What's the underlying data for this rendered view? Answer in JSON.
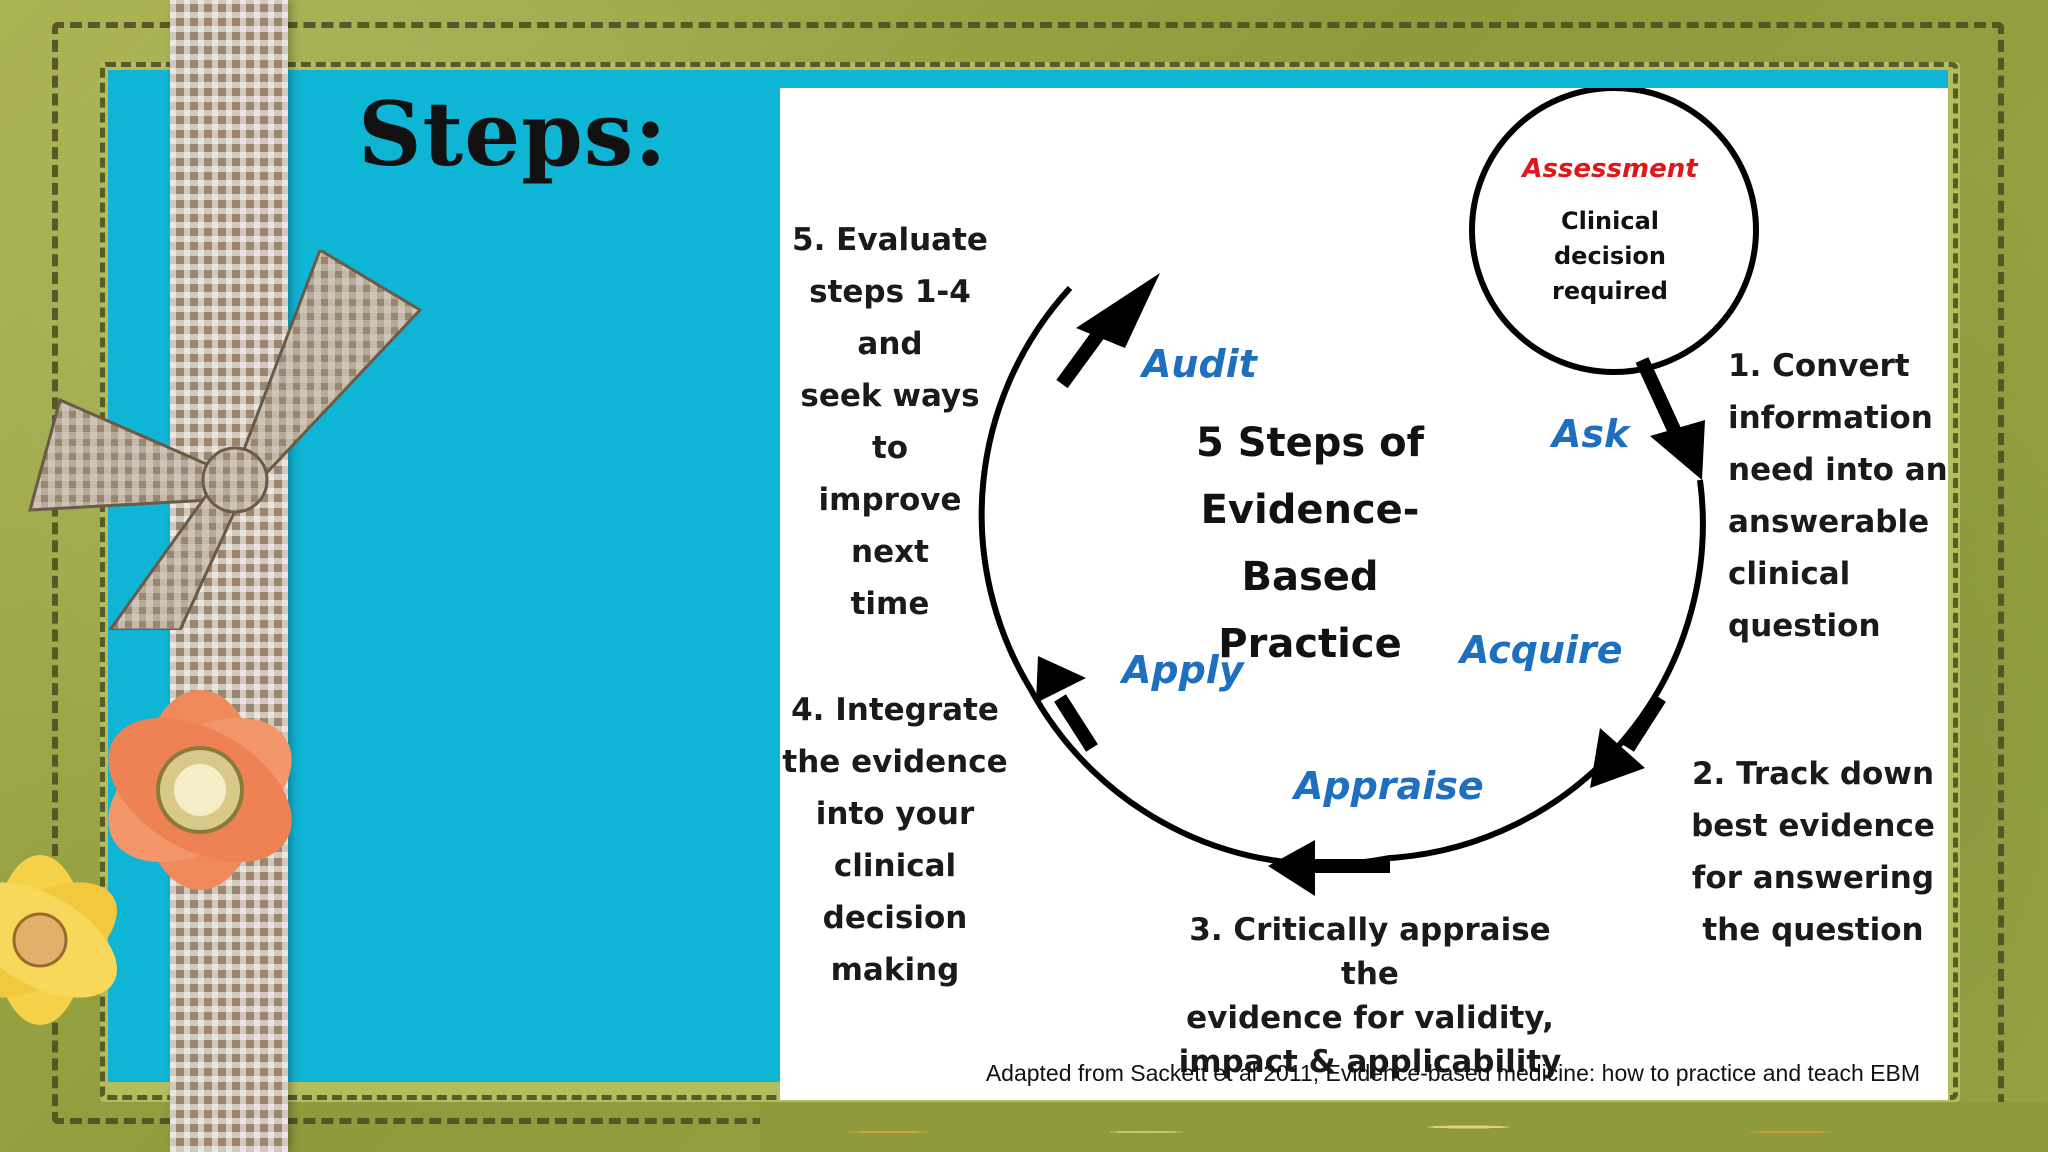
{
  "slide": {
    "title": "Steps:"
  },
  "diagram": {
    "center_title": [
      "5 Steps of",
      "Evidence-Based",
      "Practice"
    ],
    "assessment": {
      "title": "Assessment",
      "lines": [
        "Clinical",
        "decision",
        "required"
      ]
    },
    "cycle_labels": {
      "ask": "Ask",
      "acquire": "Acquire",
      "appraise": "Appraise",
      "apply": "Apply",
      "audit": "Audit"
    },
    "steps": {
      "step1": [
        "1. Convert",
        "information",
        "need into an",
        "answerable",
        "clinical",
        "question"
      ],
      "step2": [
        "2. Track down",
        "best evidence",
        "for answering",
        "the question"
      ],
      "step3": [
        "3. Critically appraise the",
        "evidence for validity,",
        "impact & applicability"
      ],
      "step4": [
        "4. Integrate",
        "the evidence",
        "into your",
        "clinical",
        "decision",
        "making"
      ],
      "step5": [
        "5. Evaluate",
        "steps 1-4 and",
        "seek ways to",
        "improve next",
        "time"
      ]
    },
    "citation": "Adapted from Sackett et al 2011, Evidence-based medicine: how to practice and teach EBM",
    "colors": {
      "label": "#1f6fbf",
      "assessment": "#e0161b",
      "panel": "#0fb5d4"
    }
  }
}
